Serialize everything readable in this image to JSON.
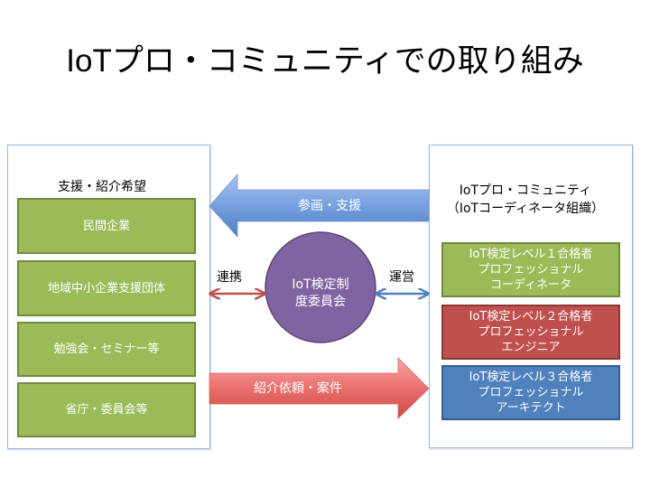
{
  "title": "IoTプロ・コミュニティでの取り組み",
  "left_panel": {
    "label": "支援・紹介希望",
    "items": [
      {
        "label": "民間企業"
      },
      {
        "label": "地域中小企業支援団体"
      },
      {
        "label": "勉強会・セミナー等"
      },
      {
        "label": "省庁・委員会等"
      }
    ]
  },
  "right_panel": {
    "label_line1": "IoTプロ・コミュニティ",
    "label_line2": "（IoTコーディネータ組織）",
    "levels": [
      {
        "line1": "IoT検定レベル１合格者",
        "line2": "プロフェッショナル",
        "line3": "コーディネータ",
        "color": "#9bbb59"
      },
      {
        "line1": "IoT検定レベル２合格者",
        "line2": "プロフェッショナル",
        "line3": "エンジニア",
        "color": "#c0504d"
      },
      {
        "line1": "IoT検定レベル３合格者",
        "line2": "プロフェッショナル",
        "line3": "アーキテクト",
        "color": "#4f81bd"
      }
    ]
  },
  "center": {
    "line1": "IoT検定制",
    "line2": "度委員会",
    "color": "#8064a2"
  },
  "arrows": {
    "support": {
      "label": "参画・支援",
      "direction": "left",
      "color": "#4f81bd"
    },
    "referral": {
      "label": "紹介依頼・案件",
      "direction": "right",
      "color": "#e05a57"
    },
    "cooperation": {
      "label": "連携",
      "direction": "both",
      "color": "#c0504d"
    },
    "operation": {
      "label": "運営",
      "direction": "both",
      "color": "#4f81bd"
    }
  }
}
